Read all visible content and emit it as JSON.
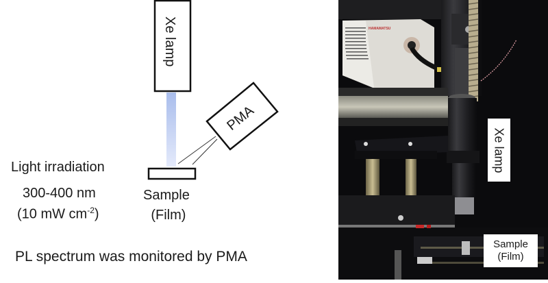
{
  "diagram": {
    "xe_lamp_label": "Xe lamp",
    "pma_label": "PMA",
    "sample_label_line1": "Sample",
    "sample_label_line2": "(Film)",
    "light_irradiation_label": "Light irradiation",
    "wavelength_range": "300-400 nm",
    "intensity_prefix": "(10 mW cm",
    "intensity_exponent": "-2",
    "intensity_suffix": ")",
    "caption": "PL spectrum was monitored by PMA",
    "beam_color": "#aac0ee"
  },
  "photo": {
    "description": "Photograph of experimental setup",
    "instrument_brand": "HAMAMATSU",
    "xe_lamp_label": "Xe lamp",
    "sample_label_line1": "Sample",
    "sample_label_line2": "(Film)"
  }
}
